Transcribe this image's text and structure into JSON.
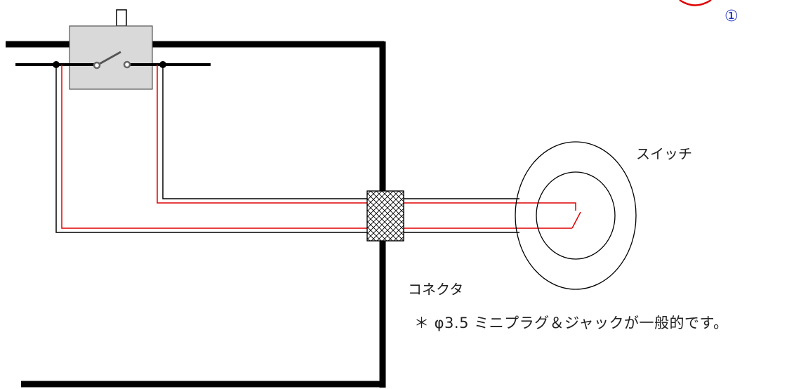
{
  "labels": {
    "switch": "スイッチ",
    "connector": "コネクタ",
    "note": "＊ φ3.5 ミニプラグ＆ジャックが一般的です。",
    "marker": "①"
  },
  "colors": {
    "wire_black": "#000000",
    "wire_red": "#e00000",
    "switch_box": "#d9d9d9",
    "marker": "#1a2fbf",
    "marker_circle": "#e00000"
  }
}
